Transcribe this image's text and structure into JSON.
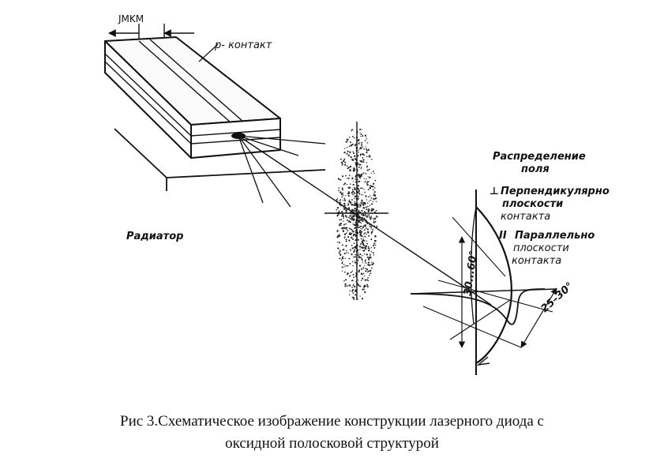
{
  "diagram": {
    "width_label": "JMKM",
    "p_contact_label": "p- контакт",
    "radiator_label": "Радиатор",
    "field_title_1": "Распределение",
    "field_title_2": "поля",
    "perp_symbol": "⊥",
    "perp_1": "Перпендикулярно",
    "perp_2": "плоскости",
    "perp_3": "контакта",
    "par_symbol": "II",
    "par_1": "Параллельно",
    "par_2": "плоскости",
    "par_3": "контакта",
    "angle_perp": "30...60°",
    "angle_par": "25–30°"
  },
  "caption": {
    "line1": "Рис 3.Схематическое изображение конструкции лазерного диода с",
    "line2": "оксидной полосковой структурой"
  },
  "colors": {
    "ink": "#111111",
    "background": "#ffffff"
  }
}
